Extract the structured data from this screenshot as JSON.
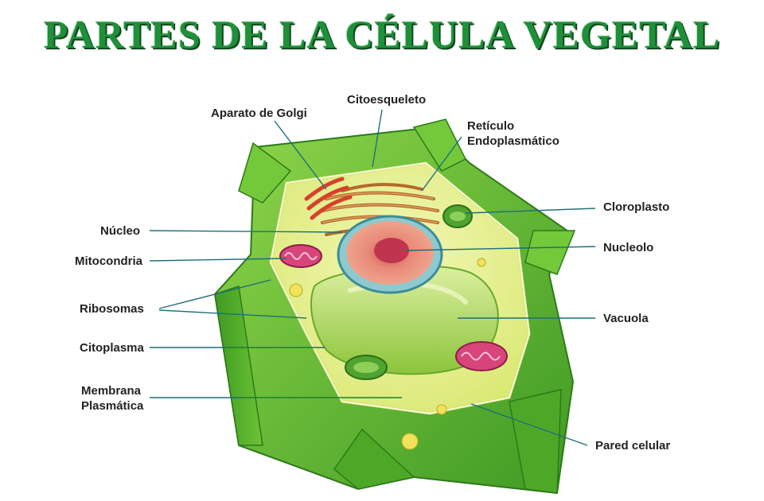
{
  "title": "PARTES DE LA CÉLULA VEGETAL",
  "labels": {
    "golgi": "Aparato de Golgi",
    "citoesqueleto": "Citoesqueleto",
    "reticulo_1": "Retículo",
    "reticulo_2": "Endoplasmático",
    "cloroplasto": "Cloroplasto",
    "nucleo": "Núcleo",
    "nucleolo": "Nucleolo",
    "mitocondria": "Mitocondria",
    "ribosomas": "Ribosomas",
    "vacuola": "Vacuola",
    "citoplasma": "Citoplasma",
    "membrana_1": "Membrana",
    "membrana_2": "Plasmática",
    "pared": "Pared celular"
  },
  "colors": {
    "title": "#1f8f3a",
    "cell_wall": "#5cb82e",
    "cytoplasm": "#e6ef8a",
    "vacuole": "#b9dc63",
    "nucleus": "#e88a78",
    "golgi": "#d8402b",
    "mitochondria": "#d8457a",
    "leader_line": "#1e6f7a"
  }
}
